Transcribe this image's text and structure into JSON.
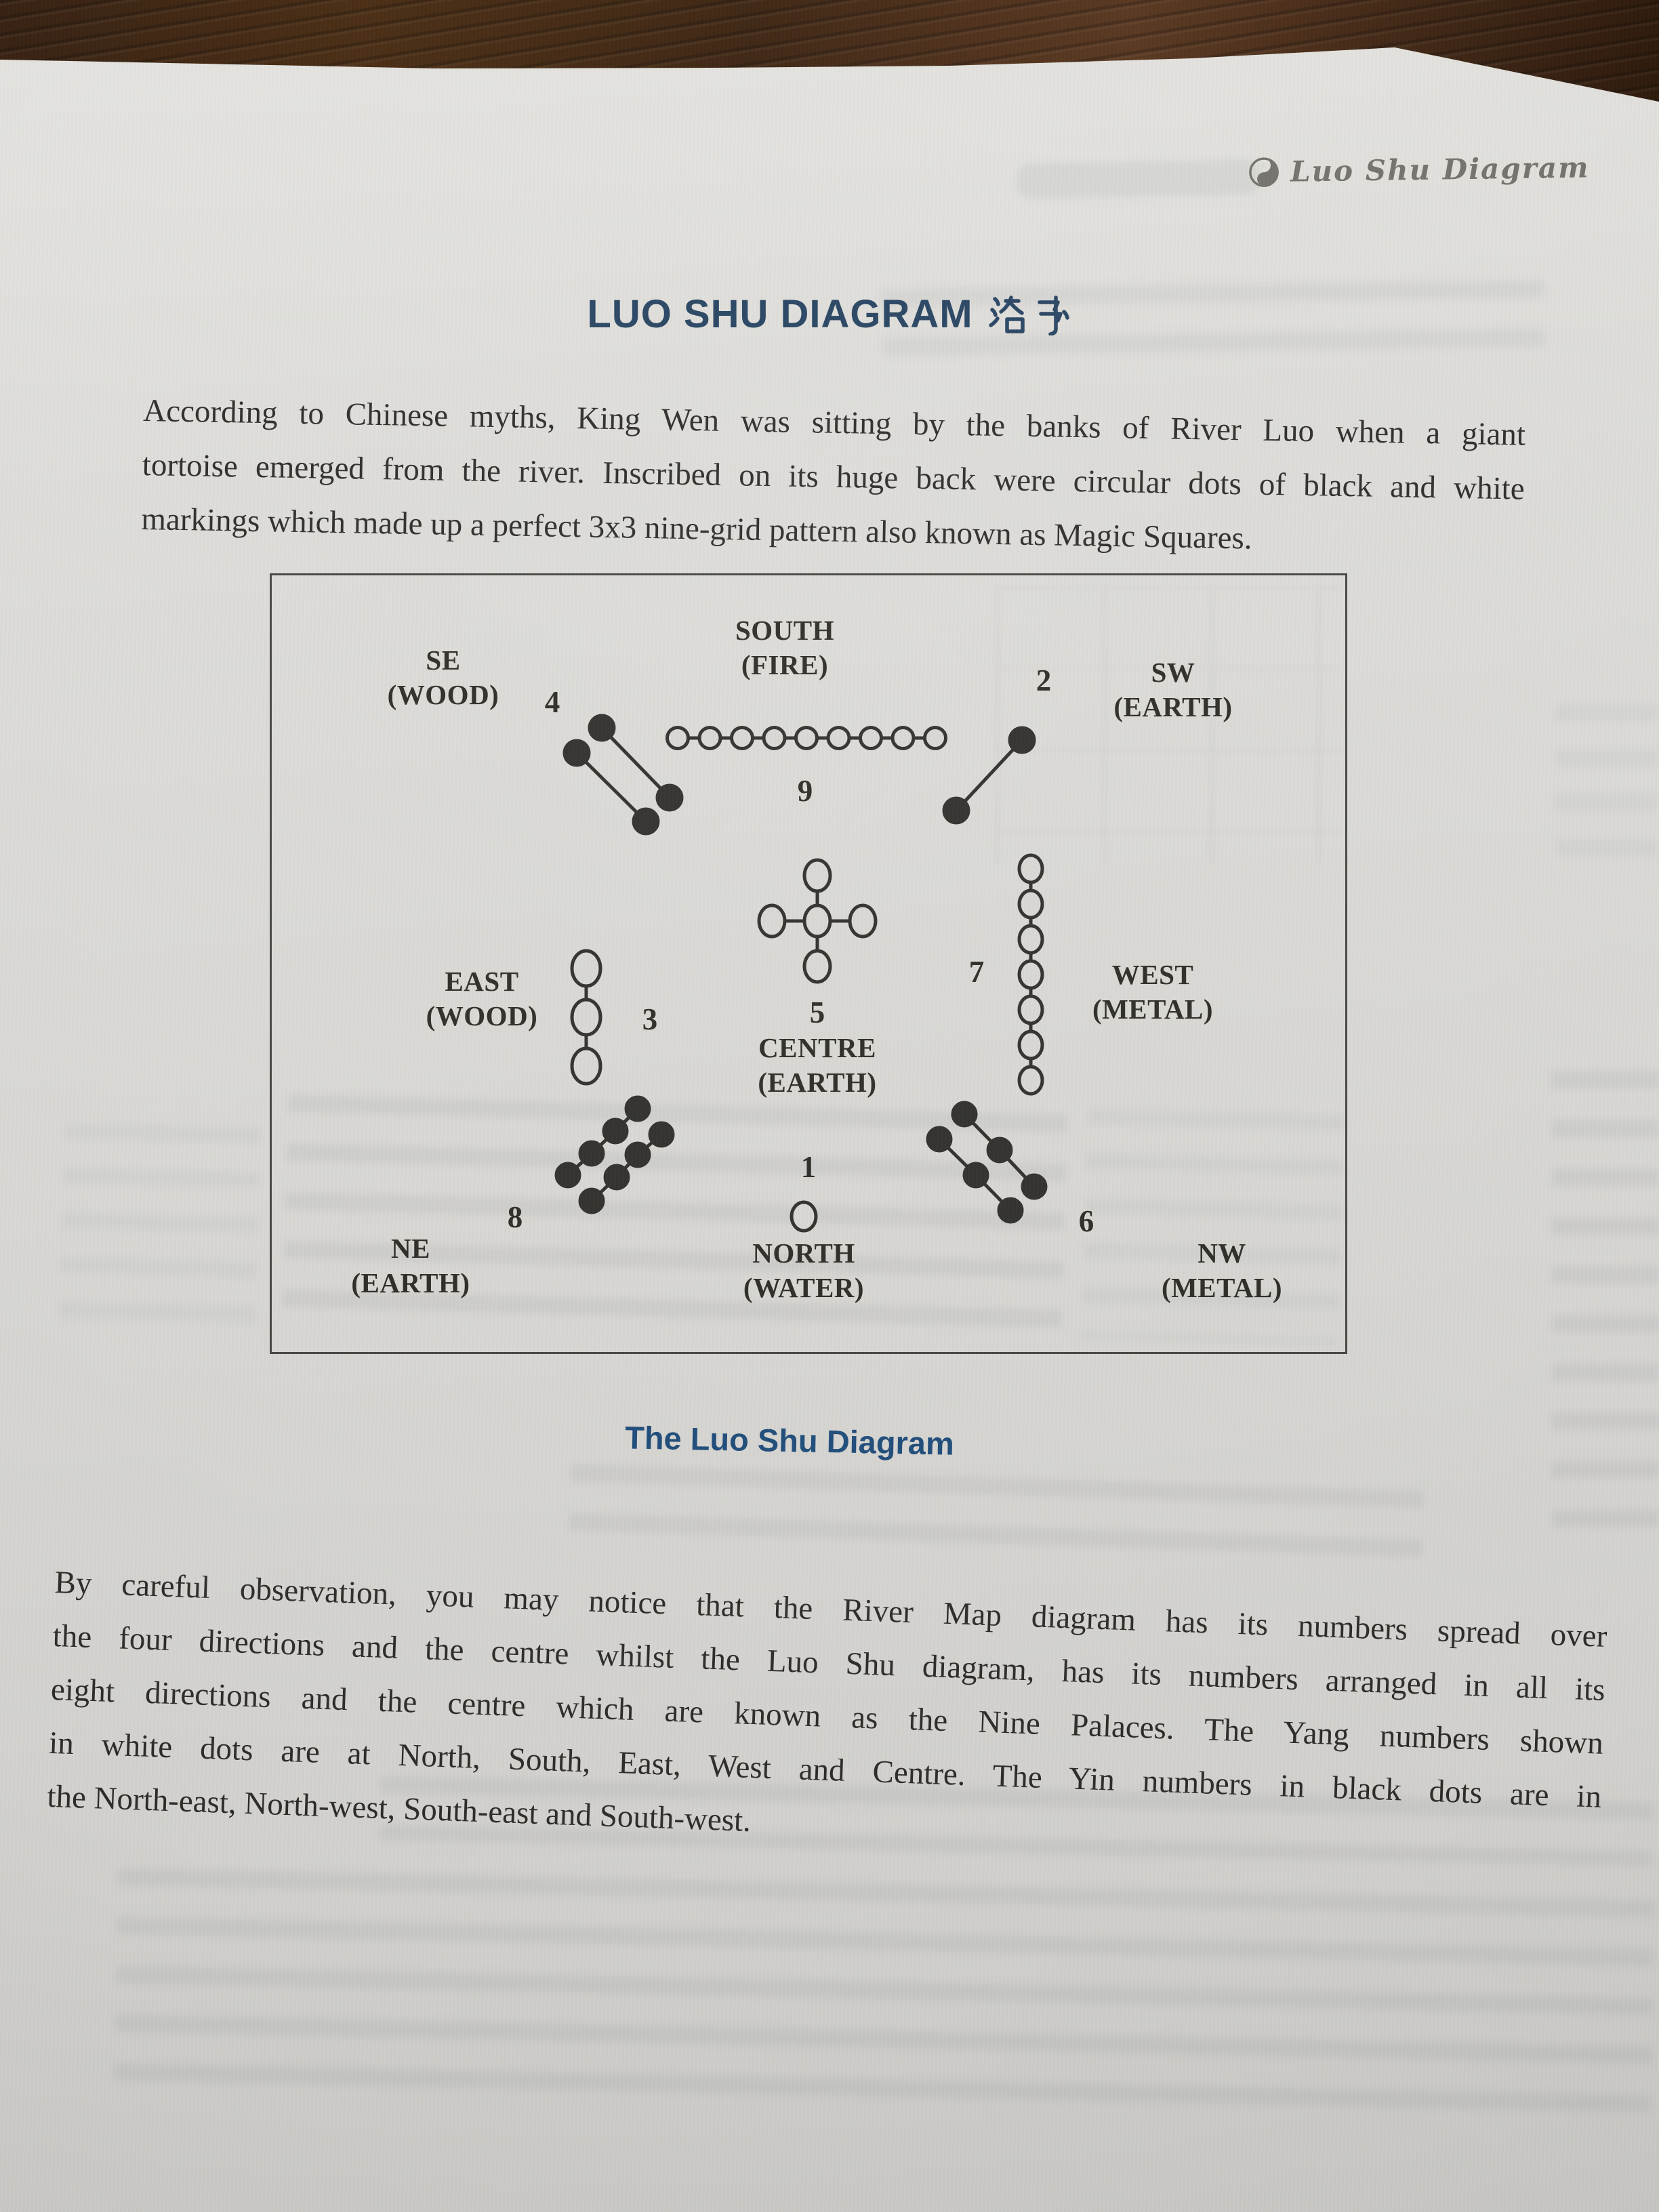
{
  "header": {
    "icon": "yin-yang",
    "script_text": "Luo Shu Diagram"
  },
  "title": {
    "text": "LUO SHU DIAGRAM",
    "cjk": "洛 书"
  },
  "intro_lines": [
    "According to Chinese myths, King Wen was sitting by the banks of River Luo when a giant",
    "tortoise emerged from the river. Inscribed on its huge back were circular dots of black and white",
    "markings which made up a perfect 3x3 nine-grid pattern also known as Magic Squares."
  ],
  "caption": "The Luo Shu Diagram",
  "body_lines": [
    "By careful observation, you may notice that the River Map diagram has its numbers spread over",
    "the four directions and the centre whilst the Luo Shu diagram, has its numbers arranged in all its",
    "eight directions and the centre which are known as the Nine Palaces. The Yang numbers shown",
    "in white dots are at North, South, East, West and Centre. The Yin numbers in black dots are in",
    "the North-east, North-west, South-east and South-west."
  ],
  "diagram": {
    "palaces": [
      {
        "direction": "SE",
        "element": "(WOOD)",
        "number": "4",
        "dot_color": "black",
        "arrangement": "two diagonal pairs of dots"
      },
      {
        "direction": "SOUTH",
        "element": "(FIRE)",
        "number": "9",
        "dot_color": "white",
        "arrangement": "nine circles in a horizontal row"
      },
      {
        "direction": "SW",
        "element": "(EARTH)",
        "number": "2",
        "dot_color": "black",
        "arrangement": "one diagonal pair of dots"
      },
      {
        "direction": "EAST",
        "element": "(WOOD)",
        "number": "3",
        "dot_color": "white",
        "arrangement": "three circles in a vertical column"
      },
      {
        "direction": "CENTRE",
        "element": "(EARTH)",
        "number": "5",
        "dot_color": "white",
        "arrangement": "cross of five circles"
      },
      {
        "direction": "WEST",
        "element": "(METAL)",
        "number": "7",
        "dot_color": "white",
        "arrangement": "seven circles in a vertical column"
      },
      {
        "direction": "NE",
        "element": "(EARTH)",
        "number": "8",
        "dot_color": "black",
        "arrangement": "two diagonal rows of four dots"
      },
      {
        "direction": "NORTH",
        "element": "(WATER)",
        "number": "1",
        "dot_color": "white",
        "arrangement": "single circle"
      },
      {
        "direction": "NW",
        "element": "(METAL)",
        "number": "6",
        "dot_color": "black",
        "arrangement": "two diagonal rows of three dots"
      }
    ]
  },
  "colors": {
    "title_blue": "#24415f",
    "caption_blue": "#1d4a78",
    "ink": "#2b2a26",
    "paper": "#d7d6d2",
    "wood_brown": "#3a210e"
  }
}
